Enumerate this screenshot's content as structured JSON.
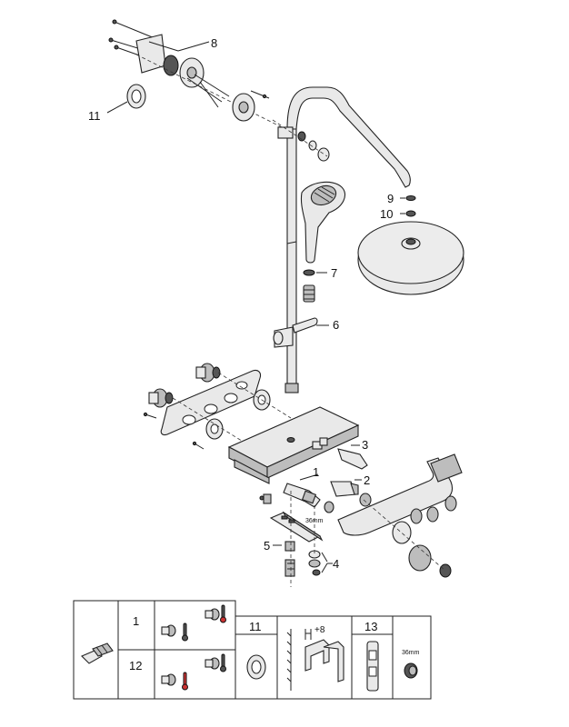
{
  "callouts": {
    "c1": "1",
    "c2": "2",
    "c3": "3",
    "c4": "4",
    "c5": "5",
    "c6": "6",
    "c7": "7",
    "c8": "8",
    "c9": "9",
    "c10": "10",
    "c11": "11"
  },
  "annotations": {
    "wrench_size": "36mm"
  },
  "legend": {
    "row1_label": "1",
    "row2_label": "12",
    "col_11_label": "11",
    "offset_label": "+8",
    "col_13_label": "13",
    "wrench_size": "36mm"
  }
}
